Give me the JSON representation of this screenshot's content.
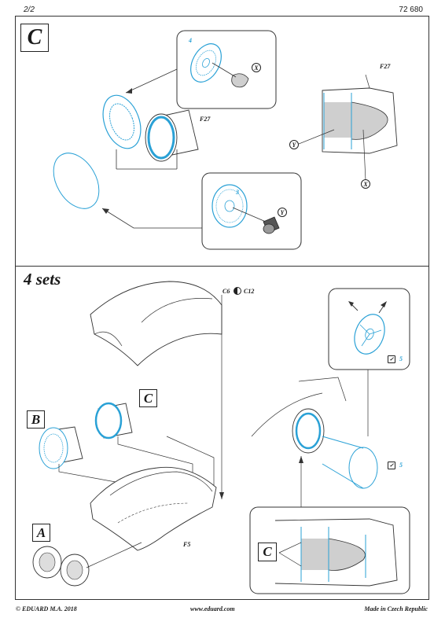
{
  "header": {
    "page": "2/2",
    "code": "72 680"
  },
  "section_c": {
    "letter": "C",
    "refs": {
      "f27_a": "F27",
      "f27_b": "F27",
      "part4": "4",
      "part3": "3",
      "x1": "X",
      "x2": "X",
      "y1": "Y",
      "y2": "Y"
    }
  },
  "section_sets": {
    "title": "4 sets",
    "refs": {
      "c6": "C6",
      "c12": "C12",
      "f5": "F5",
      "part5a": "5",
      "part5b": "5"
    },
    "letters": {
      "a": "A",
      "b": "B",
      "c": "C",
      "c2": "C"
    }
  },
  "footer": {
    "copyright": "© EDUARD  M.A. 2018",
    "url": "www.eduard.com",
    "origin": "Made in Czech Republic"
  },
  "colors": {
    "accent": "#2aa1d6",
    "line": "#333333",
    "fill": "#cfcfcf"
  }
}
